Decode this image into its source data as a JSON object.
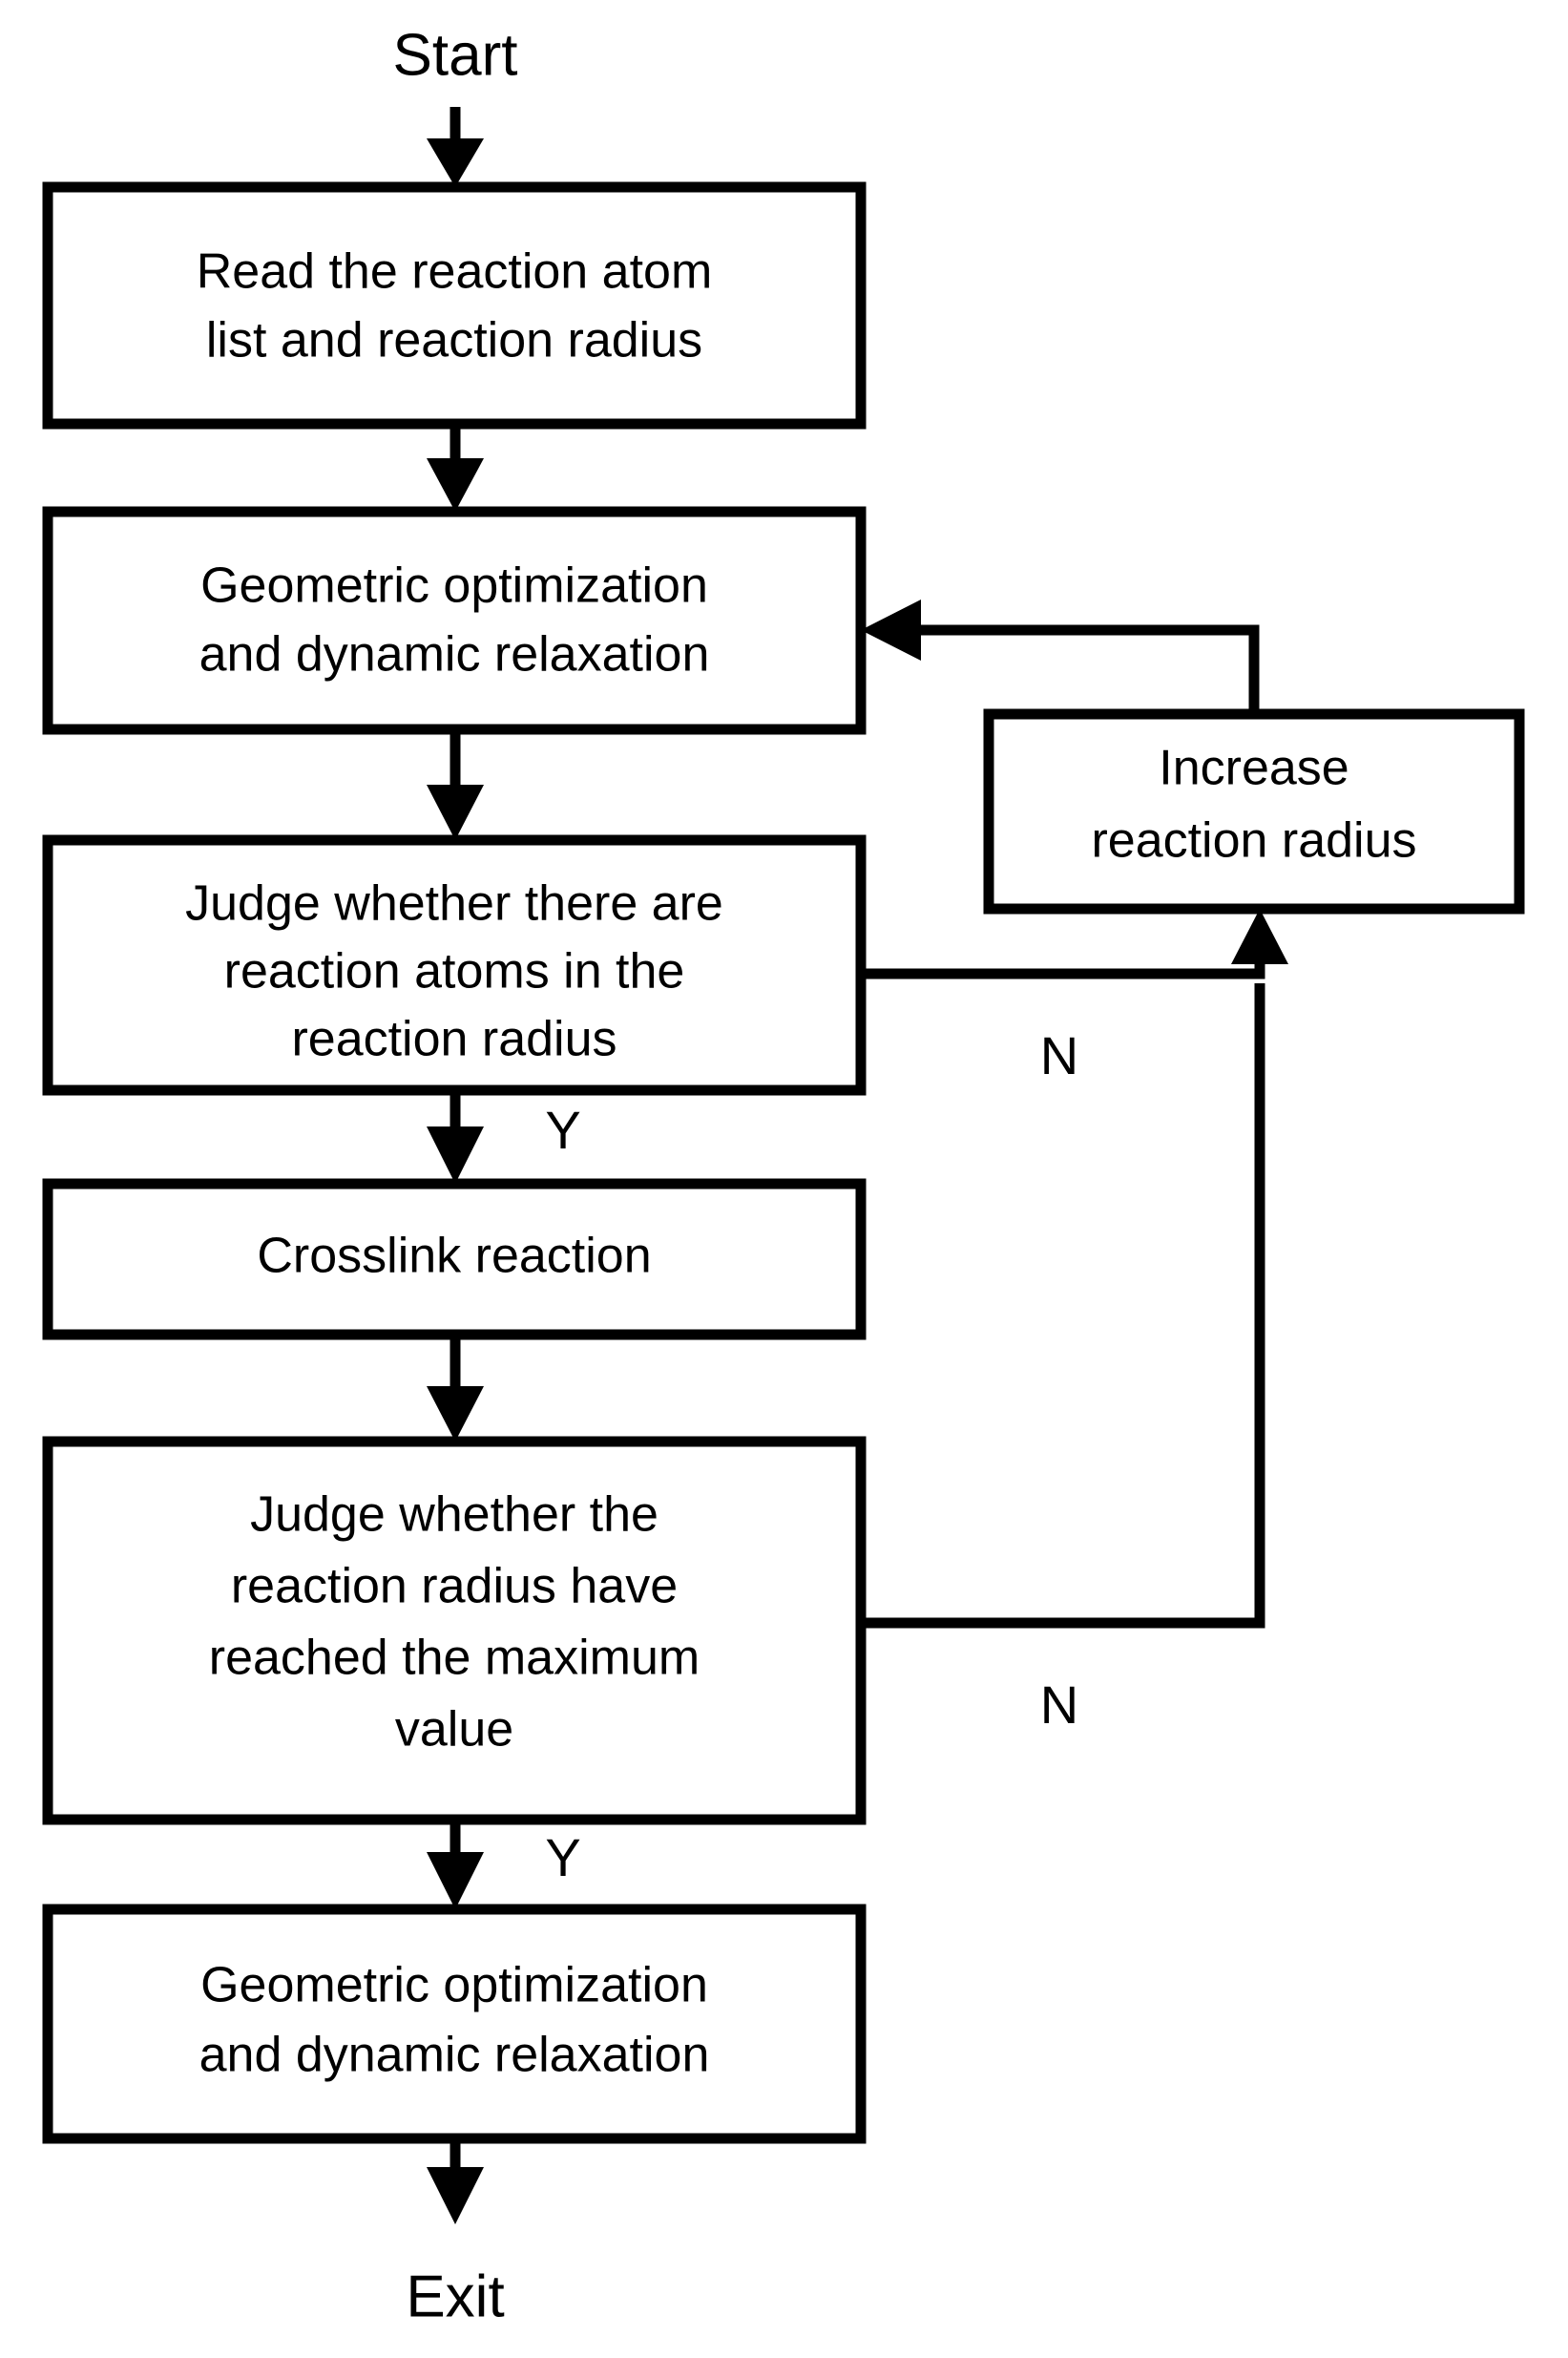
{
  "diagram": {
    "title_start": "Start",
    "title_exit": "Exit",
    "background_color": "#ffffff",
    "line_color": "#000000",
    "nodes": [
      {
        "id": "start",
        "type": "terminal",
        "label": "Start"
      },
      {
        "id": "read",
        "type": "process",
        "lines": [
          "Read the reaction atom",
          "list and reaction radius"
        ]
      },
      {
        "id": "geo1",
        "type": "process",
        "lines": [
          "Geometric optimization",
          "and dynamic relaxation"
        ]
      },
      {
        "id": "judge1",
        "type": "decision",
        "lines": [
          "Judge whether there are",
          "reaction atoms in the",
          "reaction radius"
        ]
      },
      {
        "id": "crosslink",
        "type": "process",
        "lines": [
          "Crosslink reaction"
        ]
      },
      {
        "id": "judge2",
        "type": "decision",
        "lines": [
          "Judge whether the",
          "reaction radius have",
          "reached the maximum",
          "value"
        ]
      },
      {
        "id": "geo2",
        "type": "process",
        "lines": [
          "Geometric optimization",
          "and dynamic relaxation"
        ]
      },
      {
        "id": "increase",
        "type": "process",
        "lines": [
          "Increase",
          "reaction radius"
        ]
      },
      {
        "id": "exit",
        "type": "terminal",
        "label": "Exit"
      }
    ],
    "branch_labels": {
      "judge1_yes": "Y",
      "judge1_no": "N",
      "judge2_yes": "Y",
      "judge2_no": "N"
    },
    "edges": [
      {
        "from": "start",
        "to": "read",
        "label": ""
      },
      {
        "from": "read",
        "to": "geo1",
        "label": ""
      },
      {
        "from": "geo1",
        "to": "judge1",
        "label": ""
      },
      {
        "from": "judge1",
        "to": "crosslink",
        "label": "Y"
      },
      {
        "from": "judge1",
        "to": "increase",
        "label": "N"
      },
      {
        "from": "crosslink",
        "to": "judge2",
        "label": ""
      },
      {
        "from": "judge2",
        "to": "geo2",
        "label": "Y"
      },
      {
        "from": "judge2",
        "to": "increase",
        "label": "N"
      },
      {
        "from": "increase",
        "to": "geo1",
        "label": ""
      },
      {
        "from": "geo2",
        "to": "exit",
        "label": ""
      }
    ]
  }
}
